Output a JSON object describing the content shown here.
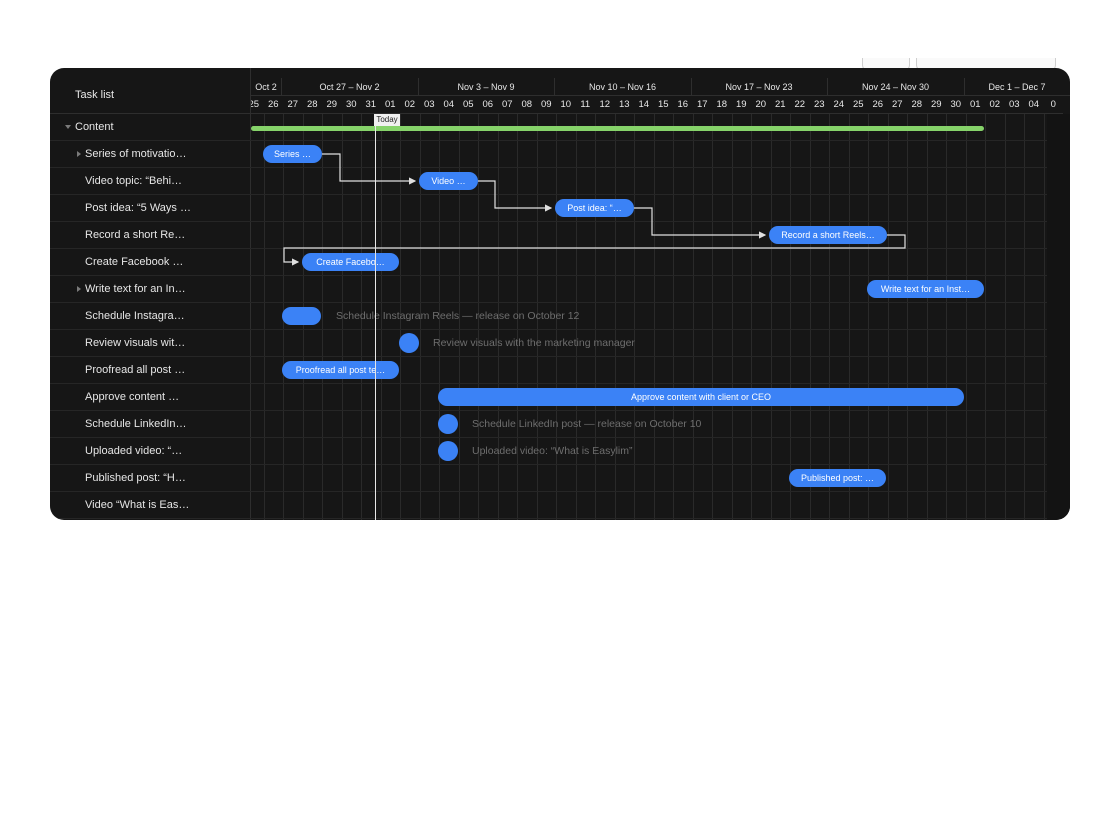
{
  "task_list": {
    "header": "Task list",
    "rows": [
      {
        "label": "Content",
        "expander": "down"
      },
      {
        "label": "Series of motivatio…",
        "expander": "right"
      },
      {
        "label": "Video topic: “Behi…",
        "expander": null
      },
      {
        "label": "Post idea: “5 Ways …",
        "expander": null
      },
      {
        "label": "Record a short Re…",
        "expander": null
      },
      {
        "label": "Create Facebook …",
        "expander": null
      },
      {
        "label": "Write text for an In…",
        "expander": "right"
      },
      {
        "label": "Schedule Instagra…",
        "expander": null
      },
      {
        "label": "Review visuals wit…",
        "expander": null
      },
      {
        "label": "Proofread all post …",
        "expander": null
      },
      {
        "label": "Approve content …",
        "expander": null
      },
      {
        "label": "Schedule LinkedIn…",
        "expander": null
      },
      {
        "label": "Uploaded video: “…",
        "expander": null
      },
      {
        "label": "Published post: “H…",
        "expander": null
      },
      {
        "label": "Video “What is Eas…",
        "expander": null
      }
    ]
  },
  "timeline": {
    "weeks": [
      "Oct 2",
      "Oct 27 – Nov 2",
      "Nov 3 – Nov 9",
      "Nov 10 – Nov 16",
      "Nov 17 – Nov 23",
      "Nov 24 – Nov 30",
      "Dec 1 – Dec 7"
    ],
    "days": [
      "25",
      "26",
      "27",
      "28",
      "29",
      "30",
      "31",
      "01",
      "02",
      "03",
      "04",
      "05",
      "06",
      "07",
      "08",
      "09",
      "10",
      "11",
      "12",
      "13",
      "14",
      "15",
      "16",
      "17",
      "18",
      "19",
      "20",
      "21",
      "22",
      "23",
      "24",
      "25",
      "26",
      "27",
      "28",
      "29",
      "30",
      "01",
      "02",
      "03",
      "04",
      "0"
    ],
    "today_label": "Today"
  },
  "bars": {
    "series": "Series …",
    "video": "Video …",
    "post_idea": "Post idea: “…",
    "record": "Record a short Reels…",
    "create_fb": "Create Facebo…",
    "write_text": "Write text for an Inst…",
    "proofread": "Proofread all post te…",
    "approve": "Approve content with client or CEO",
    "published": "Published post: …"
  },
  "ghost_labels": {
    "schedule_instagram": "Schedule Instagram Reels — release on October 12",
    "review_visuals": "Review visuals with the marketing manager",
    "schedule_linkedin": "Schedule LinkedIn post — release on October 10",
    "uploaded_video": "Uploaded video: “What is Easylim”"
  },
  "colors": {
    "panel_bg": "#161616",
    "bar_blue": "#3b82f6",
    "summary_green": "#86d36a",
    "today_line": "#e6e6e6"
  }
}
